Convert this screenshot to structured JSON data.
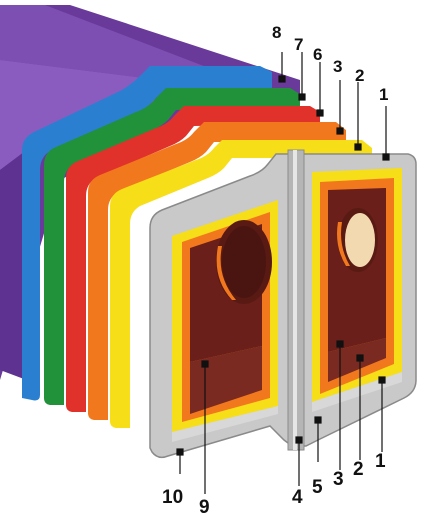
{
  "diagram": {
    "layer_colors": {
      "purple": "#6a3a9a",
      "purple_light": "#8a5cc0",
      "blue": "#2b7fd0",
      "green": "#21913a",
      "red": "#e0322b",
      "orange": "#f2781e",
      "yellow": "#f6de18",
      "silver": "#c9c9c9",
      "silver_dark": "#9a9a9a",
      "brown": "#6b1f1a",
      "pinkish": "#f3d9b0"
    },
    "labels_top": [
      "8",
      "7",
      "6",
      "3",
      "2",
      "1"
    ],
    "labels_bottom": [
      "10",
      "9",
      "4",
      "5",
      "3",
      "2",
      "1"
    ]
  }
}
